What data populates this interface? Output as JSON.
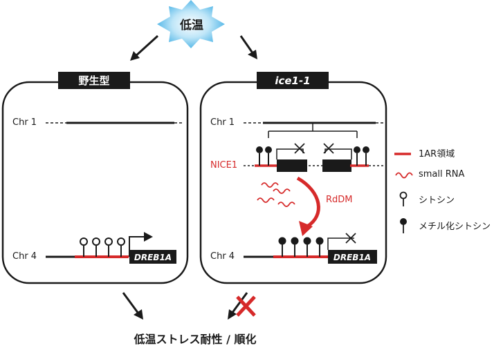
{
  "trigger": {
    "label": "低温"
  },
  "panels": {
    "wildtype": {
      "title": "野生型",
      "chr1": "Chr 1",
      "chr4": "Chr 4",
      "gene": "DREB1A"
    },
    "mutant": {
      "title": "ice1-1",
      "chr1": "Chr 1",
      "chr4": "Chr 4",
      "nice1": "NICE1",
      "rdm": "RdDM",
      "gene": "DREB1A"
    }
  },
  "legend": {
    "items": [
      {
        "label": "1AR領域"
      },
      {
        "label": "small RNA"
      },
      {
        "label": "シトシン"
      },
      {
        "label": "メチル化シトシン"
      }
    ]
  },
  "outcome": {
    "label": "低温ストレス耐性 / 順化"
  },
  "colors": {
    "red": "#d62a2a",
    "black": "#1a1a1a",
    "burst": "#6cc4ec"
  }
}
